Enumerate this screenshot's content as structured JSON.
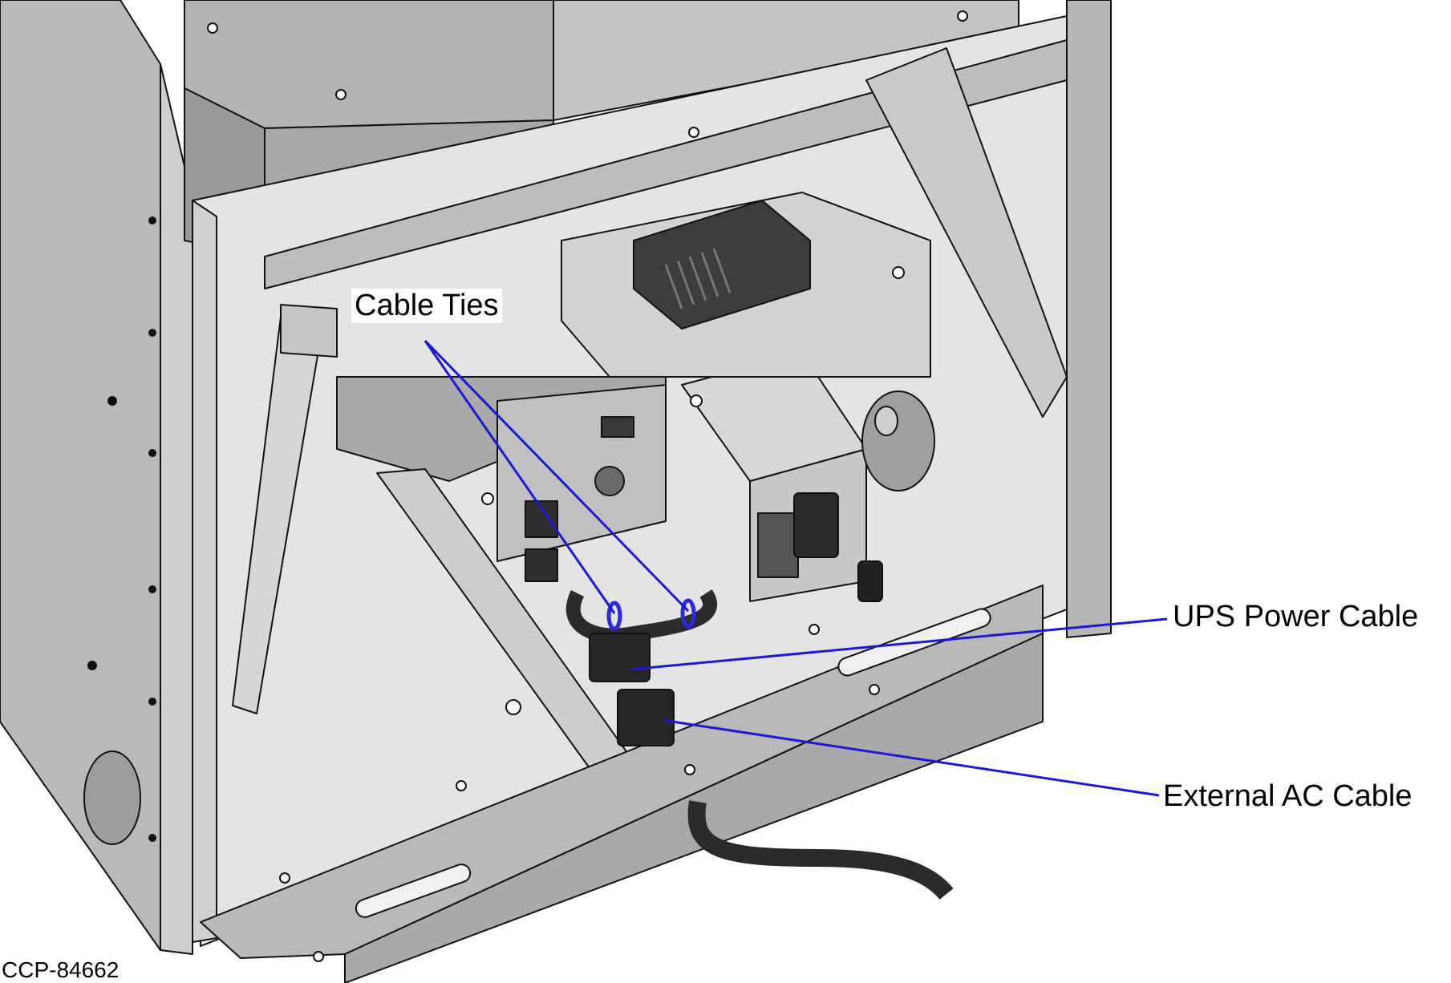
{
  "callouts": {
    "cable_ties": "Cable Ties",
    "ups_power_cable": "UPS Power Cable",
    "external_ac_cable": "External AC Cable"
  },
  "figure_id": "CCP-84662",
  "colors": {
    "leader_line": "#1a1ad6",
    "cable_tie": "#2a2ae0",
    "panel": "#b9b9b9",
    "panel_dark": "#8f8f8f",
    "panel_light": "#dcdcdc",
    "interior": "#e4e4e4",
    "outline": "#111111",
    "cable": "#2b2b2b"
  },
  "icons": [
    "screw-icon",
    "caster-wheel-icon",
    "power-connector-icon"
  ]
}
